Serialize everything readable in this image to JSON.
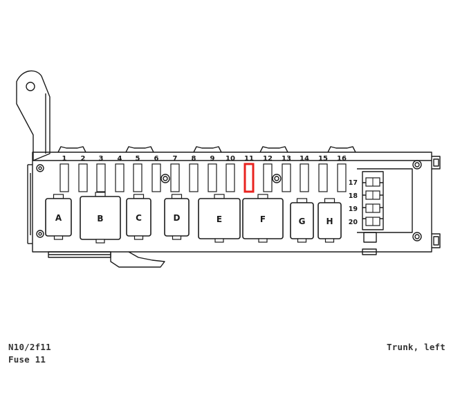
{
  "fuse_numbers": [
    "1",
    "2",
    "3",
    "4",
    "5",
    "6",
    "7",
    "8",
    "9",
    "10",
    "11",
    "12",
    "13",
    "14",
    "15",
    "16"
  ],
  "side_fuse_numbers": [
    "17",
    "18",
    "19",
    "20"
  ],
  "relays": [
    "A",
    "B",
    "C",
    "D",
    "E",
    "F",
    "G",
    "H"
  ],
  "highlighted_fuse": "11",
  "caption": {
    "code": "N10/2f11",
    "fuse": "Fuse 11",
    "location": "Trunk, left"
  },
  "colors": {
    "line": "#1a1a1a",
    "highlight": "#e8231f",
    "caption_text": "#333333"
  }
}
